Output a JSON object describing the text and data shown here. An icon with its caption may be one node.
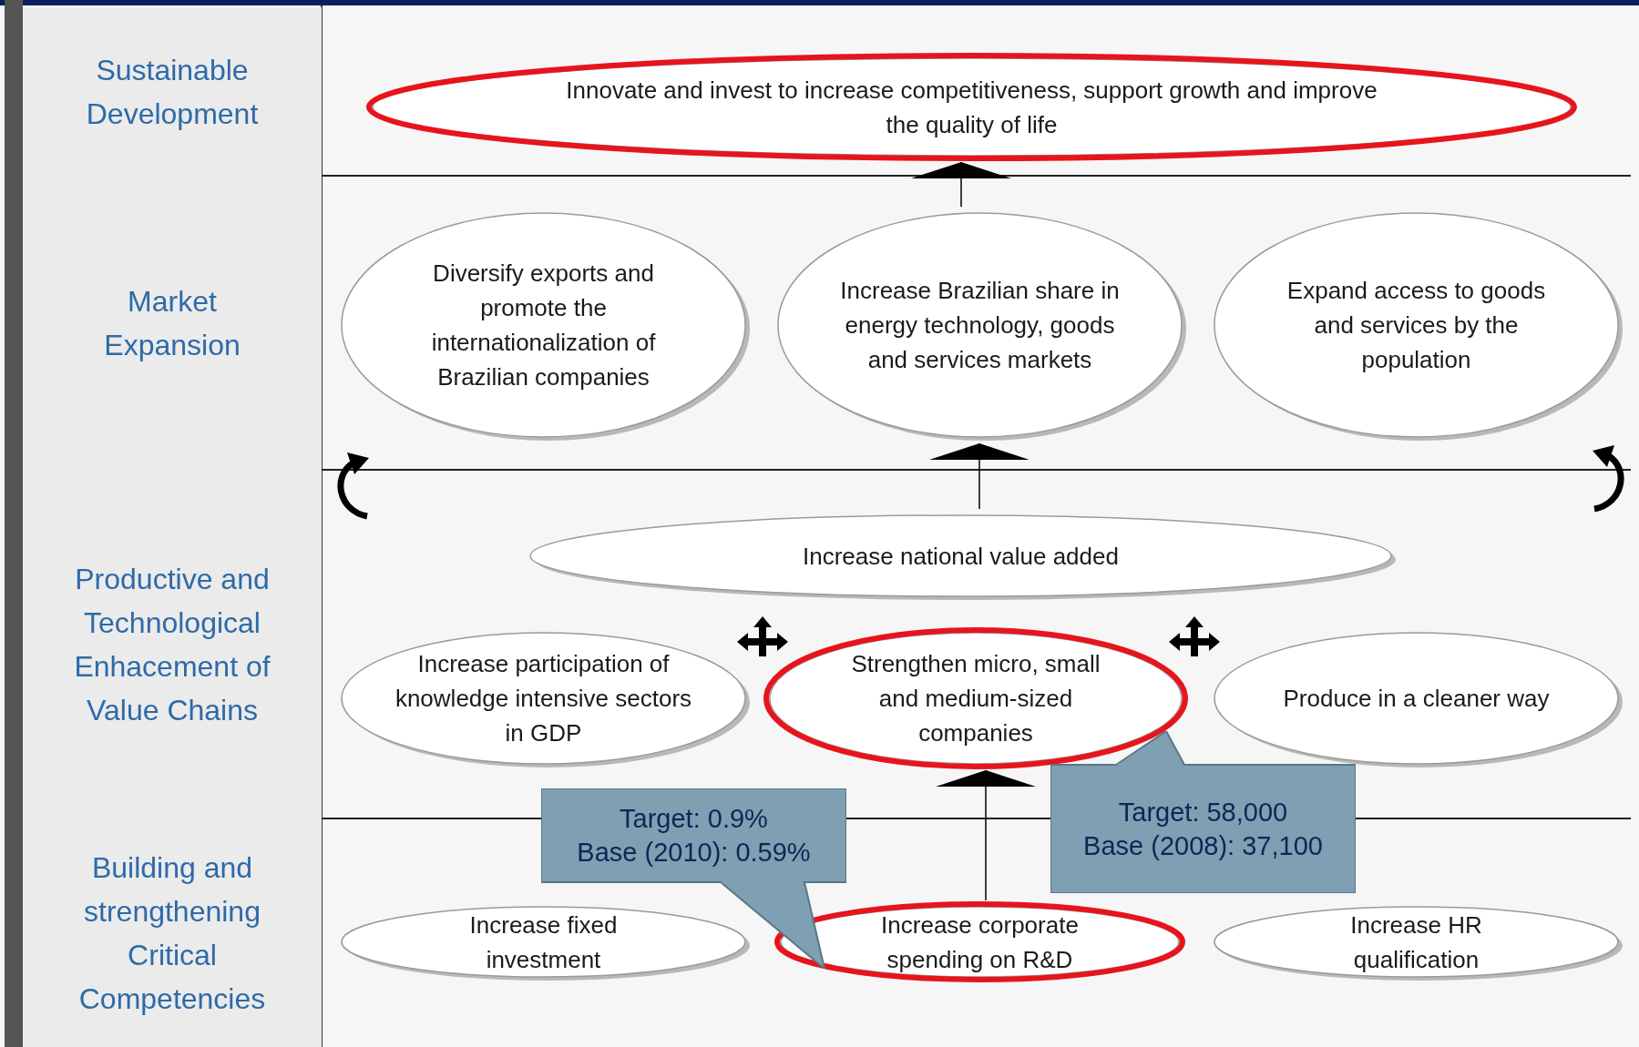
{
  "diagram": {
    "nodes": [
      {
        "text": [
          "Sustainable Development"
        ]
      },
      {
        "text": [
          "Innovate and invest to increase competitiveness, support growth and improve the quality of life"
        ]
      },
      {
        "text": [
          "Market Expansion"
        ]
      },
      {
        "text": [
          "Diversify exports and promote the internationalization of Brazilian companies"
        ]
      },
      {
        "text": [
          "Increase Brazilian share in energy technology, goods and services markets"
        ]
      },
      {
        "text": [
          "Expand access to goods and services by the population"
        ]
      },
      {
        "text": [
          "Productive and Technological Enhacement of Value Chains"
        ]
      },
      {
        "text": [
          "Increase national value added"
        ]
      },
      {
        "text": [
          "Increase participation of knowledge intensive sectors in GDP"
        ]
      },
      {
        "text": [
          "Strengthen micro, small and medium-sized companies"
        ]
      },
      {
        "text": [
          "Produce in a cleaner way"
        ]
      },
      {
        "text": [
          "Building and strengthening Critical Competencies"
        ]
      },
      {
        "text": [
          "Increase fixed investment"
        ]
      },
      {
        "text": [
          "Increase corporate spending on R&D"
        ]
      },
      {
        "text": [
          "Increase HR qualification"
        ]
      },
      {
        "text": [
          "Target: 0.9%",
          "Base (2010): 0.59%"
        ]
      },
      {
        "text": [
          "Target: 58,000",
          "Base (2008): 37,100"
        ]
      }
    ],
    "edges": [
      {
        "from": 4,
        "to": 1,
        "arrow": "to"
      },
      {
        "from": 7,
        "to": 4,
        "arrow": "to"
      },
      {
        "from": 13,
        "to": 9,
        "arrow": "to"
      }
    ]
  }
}
